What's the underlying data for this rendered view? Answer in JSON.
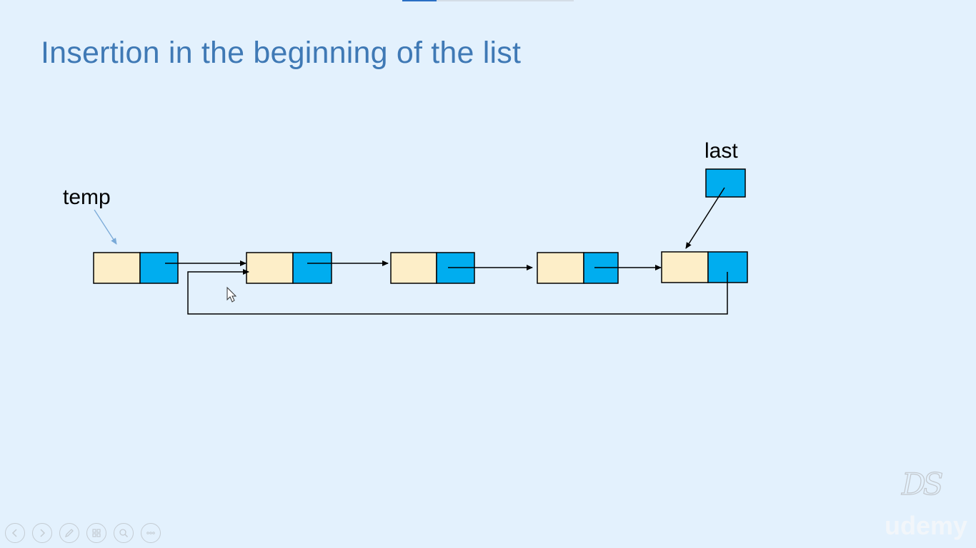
{
  "slide": {
    "title": "Insertion in the beginning of the list"
  },
  "diagram": {
    "labels": {
      "temp": "temp",
      "last": "last"
    },
    "colors": {
      "data_cell": "#fdeec8",
      "link_cell": "#00adef",
      "border": "#000000",
      "temp_arrow": "#7aaad8",
      "arrow": "#000000"
    },
    "node_count": 5
  },
  "watermark": {
    "logo": "DS",
    "brand": "udemy"
  },
  "controls": [
    {
      "name": "previous-slide-button",
      "icon": "chevron-left-icon"
    },
    {
      "name": "next-slide-button",
      "icon": "chevron-right-icon"
    },
    {
      "name": "pen-tool-button",
      "icon": "pen-icon"
    },
    {
      "name": "slide-grid-button",
      "icon": "grid-icon"
    },
    {
      "name": "zoom-button",
      "icon": "magnifier-icon"
    },
    {
      "name": "more-options-button",
      "icon": "ellipsis-icon"
    }
  ]
}
